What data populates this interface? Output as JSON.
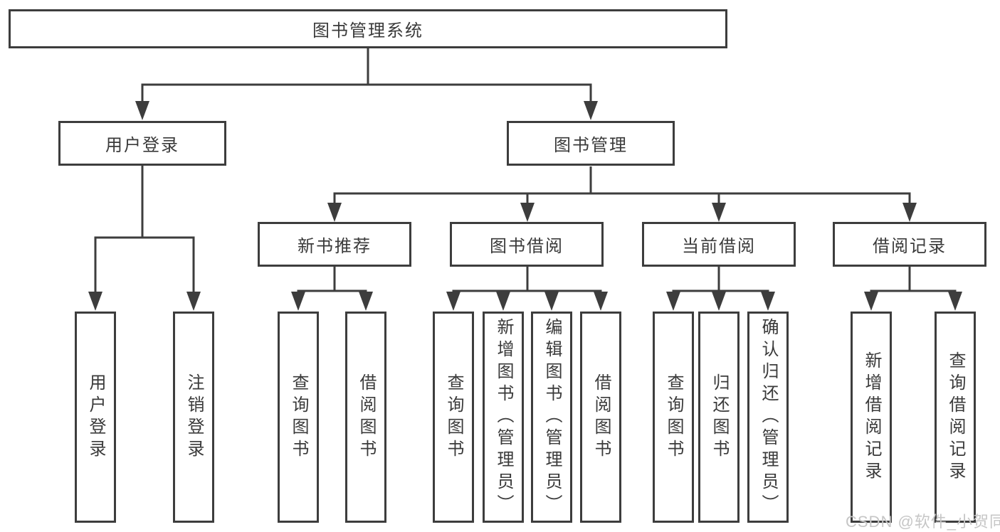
{
  "diagram": {
    "root": {
      "label": "图书管理系统"
    },
    "level2": [
      {
        "label": "用户登录"
      },
      {
        "label": "图书管理"
      }
    ],
    "level3": [
      {
        "label": "新书推荐"
      },
      {
        "label": "图书借阅"
      },
      {
        "label": "当前借阅"
      },
      {
        "label": "借阅记录"
      }
    ],
    "leaves": {
      "user_login": [
        "用户登录",
        "注销登录"
      ],
      "new_books": [
        "查询图书",
        "借阅图书"
      ],
      "book_borrow": [
        "查询图书",
        "新增图书（管理员）",
        "编辑图书（管理员）",
        "借阅图书"
      ],
      "current_borrow": [
        "查询图书",
        "归还图书",
        "确认归还（管理员）"
      ],
      "borrow_records": [
        "新增借阅记录",
        "查询借阅记录"
      ]
    }
  },
  "watermark": {
    "text": "CSDN @软件_小贺同学"
  },
  "colors": {
    "line": "#3d3d3d",
    "text": "#3a3a3a",
    "watermark": "#c6c6c6"
  }
}
